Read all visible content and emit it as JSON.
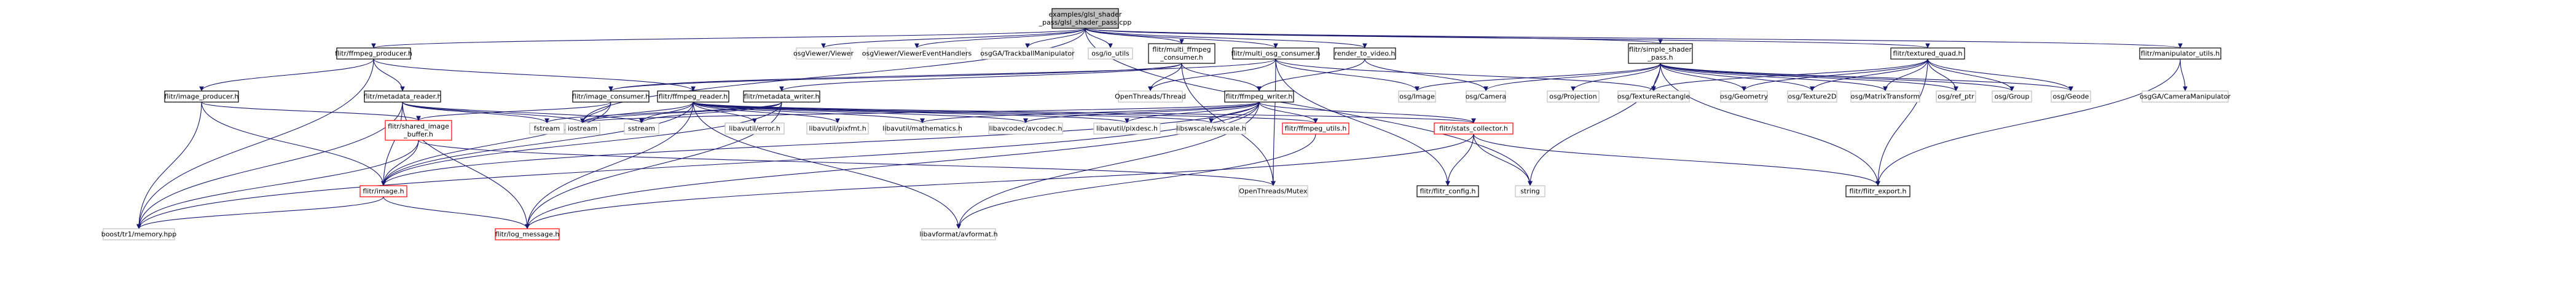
{
  "colors": {
    "root_fill": "#bfbfbf",
    "box_fill": "#ffffff",
    "documented_border": "#000000",
    "undocumented_border": "#bfbfbf",
    "missing_border": "#ff0000",
    "edge": "#191970"
  },
  "nodes": [
    {
      "id": "root",
      "lines": [
        "examples/glsl_shader",
        "_pass/glsl_shader_pass.cpp"
      ],
      "style": "root"
    },
    {
      "id": "ffmpeg_producer",
      "lines": [
        "flitr/ffmpeg_producer.h"
      ],
      "style": "documented"
    },
    {
      "id": "osgviewer_viewer",
      "lines": [
        "osgViewer/Viewer"
      ],
      "style": "undocumented"
    },
    {
      "id": "osgviewer_handlers",
      "lines": [
        "osgViewer/ViewerEventHandlers"
      ],
      "style": "undocumented"
    },
    {
      "id": "osgga_trackball",
      "lines": [
        "osgGA/TrackballManipulator"
      ],
      "style": "undocumented"
    },
    {
      "id": "osgio_utils",
      "lines": [
        "osg/io_utils"
      ],
      "style": "undocumented"
    },
    {
      "id": "multi_ffmpeg_consumer",
      "lines": [
        "flitr/multi_ffmpeg",
        "_consumer.h"
      ],
      "style": "documented"
    },
    {
      "id": "multi_osg_consumer",
      "lines": [
        "flitr/multi_osg_consumer.h"
      ],
      "style": "documented"
    },
    {
      "id": "render_to_video",
      "lines": [
        "render_to_video.h"
      ],
      "style": "documented"
    },
    {
      "id": "simple_shader_pass",
      "lines": [
        "flitr/simple_shader",
        "_pass.h"
      ],
      "style": "documented"
    },
    {
      "id": "textured_quad",
      "lines": [
        "flitr/textured_quad.h"
      ],
      "style": "documented"
    },
    {
      "id": "manipulator_utils",
      "lines": [
        "flitr/manipulator_utils.h"
      ],
      "style": "documented"
    },
    {
      "id": "image_producer",
      "lines": [
        "flitr/image_producer.h"
      ],
      "style": "documented"
    },
    {
      "id": "metadata_reader",
      "lines": [
        "flitr/metadata_reader.h"
      ],
      "style": "documented"
    },
    {
      "id": "ffmpeg_reader",
      "lines": [
        "flitr/ffmpeg_reader.h"
      ],
      "style": "documented"
    },
    {
      "id": "image_consumer",
      "lines": [
        "flitr/image_consumer.h"
      ],
      "style": "documented"
    },
    {
      "id": "metadata_writer",
      "lines": [
        "flitr/metadata_writer.h"
      ],
      "style": "documented"
    },
    {
      "id": "openthreads_thread",
      "lines": [
        "OpenThreads/Thread"
      ],
      "style": "undocumented"
    },
    {
      "id": "ffmpeg_writer",
      "lines": [
        "flitr/ffmpeg_writer.h"
      ],
      "style": "documented"
    },
    {
      "id": "osg_image",
      "lines": [
        "osg/Image"
      ],
      "style": "undocumented"
    },
    {
      "id": "osg_camera",
      "lines": [
        "osg/Camera"
      ],
      "style": "undocumented"
    },
    {
      "id": "osg_projection",
      "lines": [
        "osg/Projection"
      ],
      "style": "undocumented"
    },
    {
      "id": "osg_texturerect",
      "lines": [
        "osg/TextureRectangle"
      ],
      "style": "undocumented"
    },
    {
      "id": "osg_geometry",
      "lines": [
        "osg/Geometry"
      ],
      "style": "undocumented"
    },
    {
      "id": "osg_texture2d",
      "lines": [
        "osg/Texture2D"
      ],
      "style": "undocumented"
    },
    {
      "id": "osg_matrixtransform",
      "lines": [
        "osg/MatrixTransform"
      ],
      "style": "undocumented"
    },
    {
      "id": "osg_refptr",
      "lines": [
        "osg/ref_ptr"
      ],
      "style": "undocumented"
    },
    {
      "id": "osg_group",
      "lines": [
        "osg/Group"
      ],
      "style": "undocumented"
    },
    {
      "id": "osg_geode",
      "lines": [
        "osg/Geode"
      ],
      "style": "undocumented"
    },
    {
      "id": "osgga_camman",
      "lines": [
        "osgGA/CameraManipulator"
      ],
      "style": "undocumented"
    },
    {
      "id": "shared_image_buffer",
      "lines": [
        "flitr/shared_image",
        "_buffer.h"
      ],
      "style": "missing"
    },
    {
      "id": "fstream",
      "lines": [
        "fstream"
      ],
      "style": "undocumented"
    },
    {
      "id": "iostream",
      "lines": [
        "iostream"
      ],
      "style": "undocumented"
    },
    {
      "id": "sstream",
      "lines": [
        "sstream"
      ],
      "style": "undocumented"
    },
    {
      "id": "libavutil_error",
      "lines": [
        "libavutil/error.h"
      ],
      "style": "undocumented"
    },
    {
      "id": "libavutil_pixfmt",
      "lines": [
        "libavutil/pixfmt.h"
      ],
      "style": "undocumented"
    },
    {
      "id": "libavutil_math",
      "lines": [
        "libavutil/mathematics.h"
      ],
      "style": "undocumented"
    },
    {
      "id": "libavcodec",
      "lines": [
        "libavcodec/avcodec.h"
      ],
      "style": "undocumented"
    },
    {
      "id": "libavutil_pixdesc",
      "lines": [
        "libavutil/pixdesc.h"
      ],
      "style": "undocumented"
    },
    {
      "id": "libswscale",
      "lines": [
        "libswscale/swscale.h"
      ],
      "style": "undocumented"
    },
    {
      "id": "ffmpeg_utils",
      "lines": [
        "flitr/ffmpeg_utils.h"
      ],
      "style": "missing"
    },
    {
      "id": "stats_collector",
      "lines": [
        "flitr/stats_collector.h"
      ],
      "style": "missing"
    },
    {
      "id": "openthreads_mutex",
      "lines": [
        "OpenThreads/Mutex"
      ],
      "style": "undocumented"
    },
    {
      "id": "flitr_config",
      "lines": [
        "flitr/flitr_config.h"
      ],
      "style": "documented"
    },
    {
      "id": "string",
      "lines": [
        "string"
      ],
      "style": "undocumented"
    },
    {
      "id": "flitr_export",
      "lines": [
        "flitr/flitr_export.h"
      ],
      "style": "documented"
    },
    {
      "id": "flitr_image",
      "lines": [
        "flitr/image.h"
      ],
      "style": "missing"
    },
    {
      "id": "boost_memory",
      "lines": [
        "boost/tr1/memory.hpp"
      ],
      "style": "undocumented"
    },
    {
      "id": "log_message",
      "lines": [
        "flitr/log_message.h"
      ],
      "style": "missing"
    },
    {
      "id": "libavformat",
      "lines": [
        "libavformat/avformat.h"
      ],
      "style": "undocumented"
    }
  ],
  "edges": [
    [
      "root",
      "ffmpeg_producer"
    ],
    [
      "root",
      "osgviewer_viewer"
    ],
    [
      "root",
      "osgviewer_handlers"
    ],
    [
      "root",
      "osgga_trackball"
    ],
    [
      "root",
      "osgio_utils"
    ],
    [
      "root",
      "multi_ffmpeg_consumer"
    ],
    [
      "root",
      "multi_osg_consumer"
    ],
    [
      "root",
      "render_to_video"
    ],
    [
      "root",
      "simple_shader_pass"
    ],
    [
      "root",
      "textured_quad"
    ],
    [
      "root",
      "manipulator_utils"
    ],
    [
      "root",
      "iostream"
    ],
    [
      "root",
      "string"
    ],
    [
      "ffmpeg_producer",
      "image_producer"
    ],
    [
      "ffmpeg_producer",
      "metadata_reader"
    ],
    [
      "ffmpeg_producer",
      "ffmpeg_reader"
    ],
    [
      "ffmpeg_producer",
      "boost_memory"
    ],
    [
      "image_producer",
      "shared_image_buffer"
    ],
    [
      "image_producer",
      "flitr_image"
    ],
    [
      "image_producer",
      "boost_memory"
    ],
    [
      "metadata_reader",
      "fstream"
    ],
    [
      "metadata_reader",
      "iostream"
    ],
    [
      "metadata_reader",
      "sstream"
    ],
    [
      "metadata_reader",
      "flitr_image"
    ],
    [
      "metadata_reader",
      "log_message"
    ],
    [
      "metadata_reader",
      "boost_memory"
    ],
    [
      "ffmpeg_reader",
      "iostream"
    ],
    [
      "ffmpeg_reader",
      "sstream"
    ],
    [
      "ffmpeg_reader",
      "libavutil_error"
    ],
    [
      "ffmpeg_reader",
      "libavutil_pixfmt"
    ],
    [
      "ffmpeg_reader",
      "libavutil_math"
    ],
    [
      "ffmpeg_reader",
      "libavcodec"
    ],
    [
      "ffmpeg_reader",
      "libavutil_pixdesc"
    ],
    [
      "ffmpeg_reader",
      "libswscale"
    ],
    [
      "ffmpeg_reader",
      "ffmpeg_utils"
    ],
    [
      "ffmpeg_reader",
      "stats_collector"
    ],
    [
      "ffmpeg_reader",
      "flitr_image"
    ],
    [
      "ffmpeg_reader",
      "log_message"
    ],
    [
      "ffmpeg_reader",
      "libavformat"
    ],
    [
      "multi_ffmpeg_consumer",
      "image_consumer"
    ],
    [
      "multi_ffmpeg_consumer",
      "metadata_writer"
    ],
    [
      "multi_ffmpeg_consumer",
      "openthreads_thread"
    ],
    [
      "multi_ffmpeg_consumer",
      "ffmpeg_writer"
    ],
    [
      "multi_ffmpeg_consumer",
      "openthreads_mutex"
    ],
    [
      "multi_osg_consumer",
      "image_consumer"
    ],
    [
      "multi_osg_consumer",
      "osg_image"
    ],
    [
      "multi_osg_consumer",
      "openthreads_thread"
    ],
    [
      "multi_osg_consumer",
      "openthreads_mutex"
    ],
    [
      "multi_osg_consumer",
      "osg_texturerect"
    ],
    [
      "multi_osg_consumer",
      "flitr_config"
    ],
    [
      "render_to_video",
      "osg_camera"
    ],
    [
      "render_to_video",
      "ffmpeg_writer"
    ],
    [
      "simple_shader_pass",
      "osg_image"
    ],
    [
      "simple_shader_pass",
      "osg_camera"
    ],
    [
      "simple_shader_pass",
      "osg_projection"
    ],
    [
      "simple_shader_pass",
      "osg_texturerect"
    ],
    [
      "simple_shader_pass",
      "osg_geometry"
    ],
    [
      "simple_shader_pass",
      "osg_texture2d"
    ],
    [
      "simple_shader_pass",
      "osg_matrixtransform"
    ],
    [
      "simple_shader_pass",
      "osg_refptr"
    ],
    [
      "simple_shader_pass",
      "osg_group"
    ],
    [
      "simple_shader_pass",
      "osg_geode"
    ],
    [
      "simple_shader_pass",
      "flitr_export"
    ],
    [
      "simple_shader_pass",
      "string"
    ],
    [
      "textured_quad",
      "osg_texturerect"
    ],
    [
      "textured_quad",
      "osg_geometry"
    ],
    [
      "textured_quad",
      "osg_texture2d"
    ],
    [
      "textured_quad",
      "osg_matrixtransform"
    ],
    [
      "textured_quad",
      "osg_refptr"
    ],
    [
      "textured_quad",
      "osg_group"
    ],
    [
      "textured_quad",
      "osg_geode"
    ],
    [
      "textured_quad",
      "flitr_export"
    ],
    [
      "manipulator_utils",
      "osgga_camman"
    ],
    [
      "manipulator_utils",
      "flitr_export"
    ],
    [
      "image_consumer",
      "shared_image_buffer"
    ],
    [
      "image_consumer",
      "flitr_image"
    ],
    [
      "image_consumer",
      "iostream"
    ],
    [
      "metadata_writer",
      "fstream"
    ],
    [
      "metadata_writer",
      "iostream"
    ],
    [
      "metadata_writer",
      "sstream"
    ],
    [
      "metadata_writer",
      "flitr_image"
    ],
    [
      "metadata_writer",
      "log_message"
    ],
    [
      "ffmpeg_writer",
      "iostream"
    ],
    [
      "ffmpeg_writer",
      "libavutil_math"
    ],
    [
      "ffmpeg_writer",
      "libavcodec"
    ],
    [
      "ffmpeg_writer",
      "libavutil_pixdesc"
    ],
    [
      "ffmpeg_writer",
      "libswscale"
    ],
    [
      "ffmpeg_writer",
      "ffmpeg_utils"
    ],
    [
      "ffmpeg_writer",
      "stats_collector"
    ],
    [
      "ffmpeg_writer",
      "flitr_image"
    ],
    [
      "ffmpeg_writer",
      "log_message"
    ],
    [
      "ffmpeg_writer",
      "libavformat"
    ],
    [
      "ffmpeg_writer",
      "boost_memory"
    ],
    [
      "shared_image_buffer",
      "flitr_image"
    ],
    [
      "shared_image_buffer",
      "openthreads_mutex"
    ],
    [
      "shared_image_buffer",
      "boost_memory"
    ],
    [
      "ffmpeg_utils",
      "libavformat"
    ],
    [
      "stats_collector",
      "flitr_config"
    ],
    [
      "stats_collector",
      "string"
    ],
    [
      "stats_collector",
      "flitr_export"
    ],
    [
      "stats_collector",
      "log_message"
    ],
    [
      "flitr_image",
      "boost_memory"
    ],
    [
      "flitr_image",
      "log_message"
    ]
  ]
}
